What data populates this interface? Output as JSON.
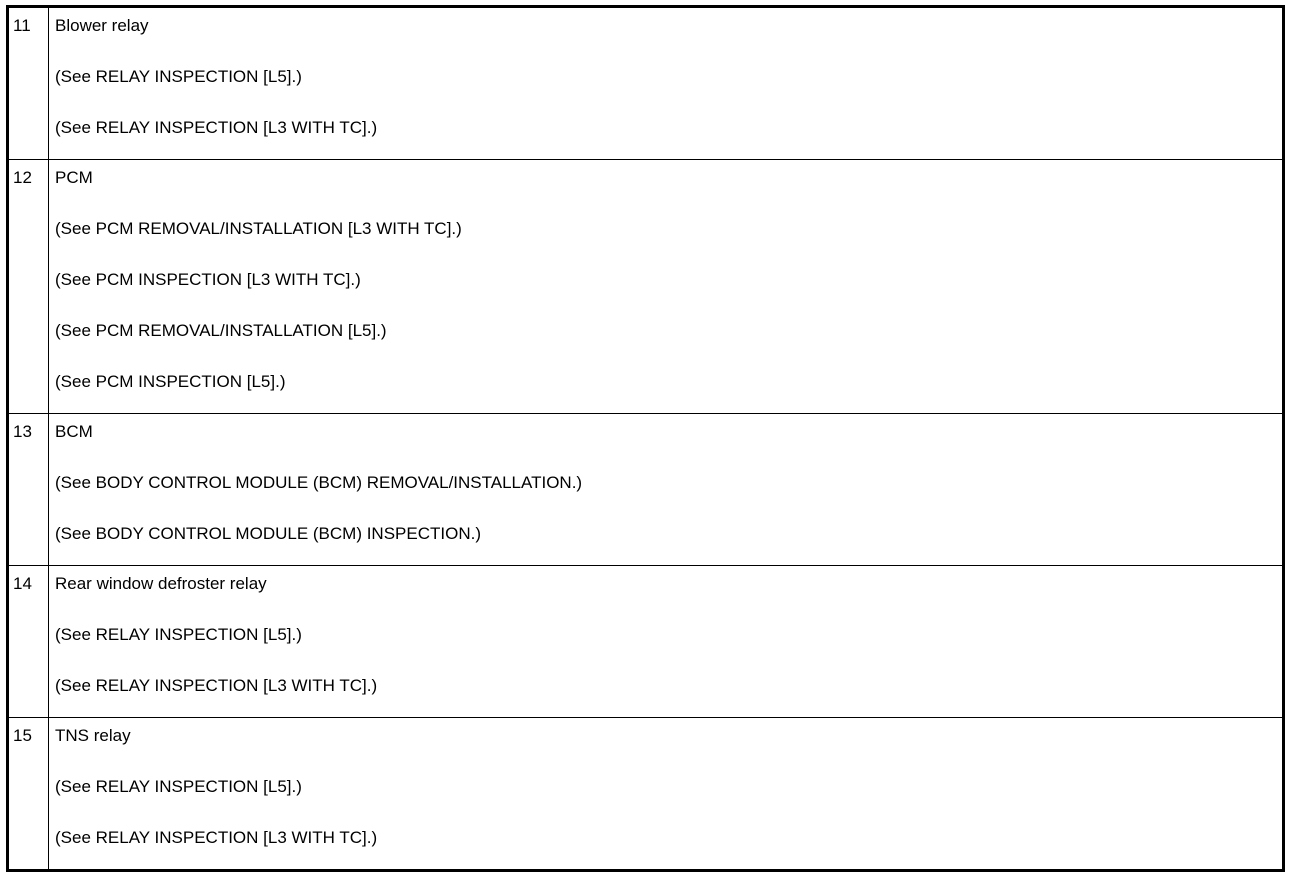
{
  "colors": {
    "background": "#ffffff",
    "border": "#000000",
    "text": "#000000"
  },
  "table": {
    "column_names": [
      "item-number",
      "component-description"
    ],
    "rows": [
      {
        "number": "11",
        "lines": [
          "Blower relay",
          "(See RELAY INSPECTION [L5].)",
          "(See RELAY INSPECTION [L3 WITH TC].)"
        ]
      },
      {
        "number": "12",
        "lines": [
          "PCM",
          "(See PCM REMOVAL/INSTALLATION [L3 WITH TC].)",
          "(See PCM INSPECTION [L3 WITH TC].)",
          "(See PCM REMOVAL/INSTALLATION [L5].)",
          "(See PCM INSPECTION [L5].)"
        ]
      },
      {
        "number": "13",
        "lines": [
          "BCM",
          "(See BODY CONTROL MODULE (BCM) REMOVAL/INSTALLATION.)",
          "(See BODY CONTROL MODULE (BCM) INSPECTION.)"
        ]
      },
      {
        "number": "14",
        "lines": [
          "Rear window defroster relay",
          "(See RELAY INSPECTION [L5].)",
          "(See RELAY INSPECTION [L3 WITH TC].)"
        ]
      },
      {
        "number": "15",
        "lines": [
          "TNS relay",
          "(See RELAY INSPECTION [L5].)",
          "(See RELAY INSPECTION [L3 WITH TC].)"
        ]
      }
    ]
  }
}
